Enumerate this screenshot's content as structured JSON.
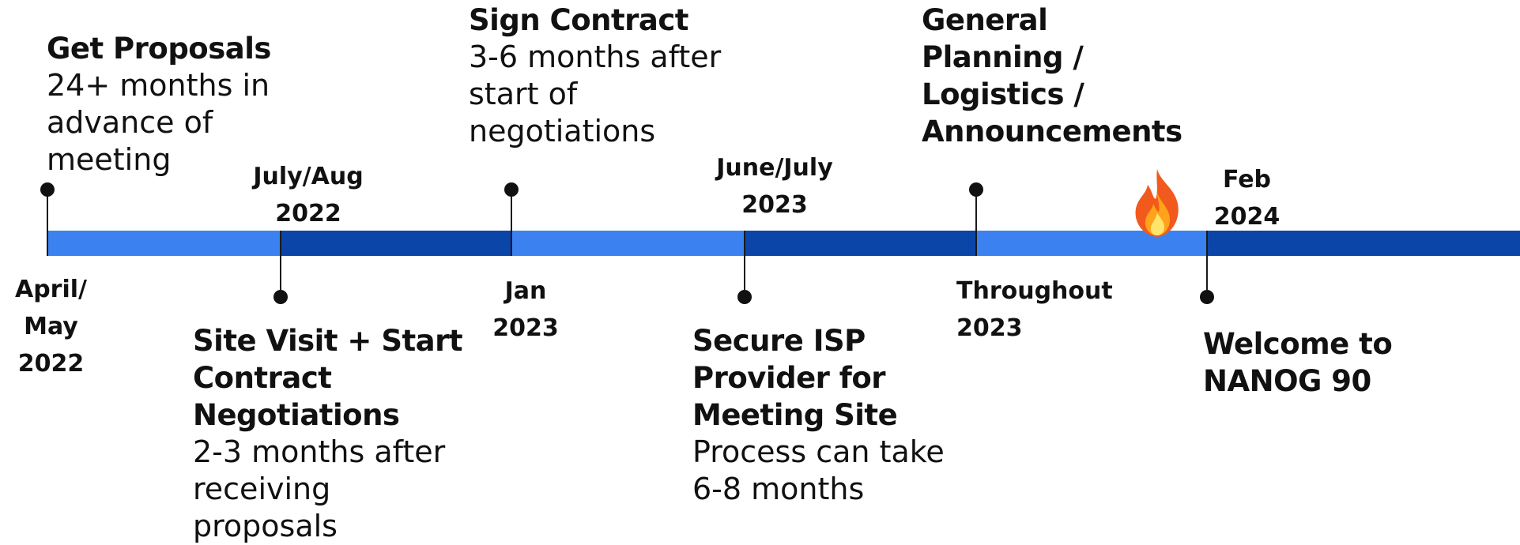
{
  "timeline": {
    "segment_colors": [
      "#3b82f0",
      "#0b45a8"
    ],
    "dates": [
      {
        "lines": [
          "April/",
          "May",
          "2022"
        ]
      },
      {
        "lines": [
          "July/Aug",
          "2022"
        ]
      },
      {
        "lines": [
          "Jan",
          "2023"
        ]
      },
      {
        "lines": [
          "June/July",
          "2023"
        ]
      },
      {
        "lines": [
          "Throughout",
          "2023"
        ]
      },
      {
        "lines": [
          "Feb",
          "2024"
        ]
      }
    ],
    "events": [
      {
        "title": [
          "Get Proposals"
        ],
        "note": [
          "24+ months in",
          "advance of",
          "meeting"
        ]
      },
      {
        "title": [
          "Site Visit + Start",
          "Contract",
          "Negotiations"
        ],
        "note": [
          "2-3 months after",
          "receiving",
          "proposals"
        ]
      },
      {
        "title": [
          "Sign Contract"
        ],
        "note": [
          "3-6 months after",
          "start of",
          "negotiations"
        ]
      },
      {
        "title": [
          "Secure ISP",
          "Provider for",
          "Meeting Site"
        ],
        "note": [
          "Process can take",
          "6-8 months"
        ]
      },
      {
        "title": [
          "General",
          "Planning /",
          "Logistics /",
          "Announcements"
        ],
        "note": []
      },
      {
        "title": [
          "Welcome to",
          "NANOG 90"
        ],
        "note": []
      }
    ],
    "highlight_icon": "fire-icon"
  }
}
